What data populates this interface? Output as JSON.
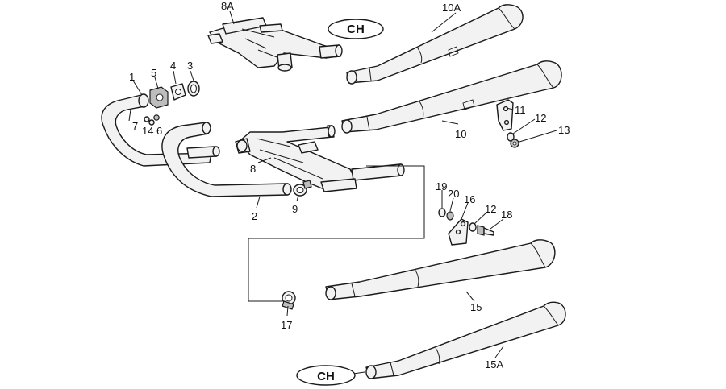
{
  "callouts": {
    "c1": "1",
    "c2": "2",
    "c3": "3",
    "c4": "4",
    "c5": "5",
    "c6": "6",
    "c7": "7",
    "c8": "8",
    "c8a": "8A",
    "c9": "9",
    "c10": "10",
    "c10a": "10A",
    "c11": "11",
    "c12a": "12",
    "c12b": "12",
    "c13": "13",
    "c14": "14",
    "c15": "15",
    "c15a": "15A",
    "c16": "16",
    "c17": "17",
    "c18": "18",
    "c19": "19",
    "c20": "20"
  },
  "variant_tags": {
    "top": "CH",
    "bottom": "CH"
  }
}
